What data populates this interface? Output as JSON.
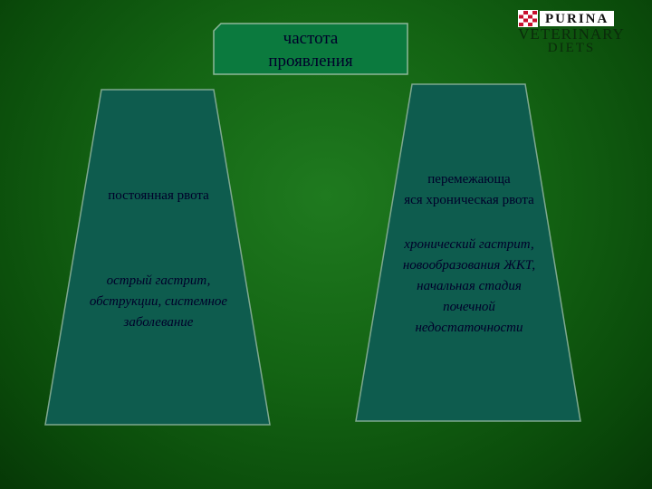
{
  "header": {
    "line1": "частота",
    "line2": "проявления"
  },
  "logo": {
    "brand": "PURINA",
    "line1": "VETERINARY",
    "line2": "DIETS"
  },
  "left_column": {
    "title": "постоянная рвота",
    "causes": [
      "острый гастрит,",
      "обструкции, системное",
      "заболевание"
    ]
  },
  "right_column": {
    "title": [
      "перемежающа",
      "яся хроническая рвота"
    ],
    "causes": [
      "хронический гастрит,",
      "новообразования ЖКТ,",
      "начальная стадия",
      "почечной",
      "недостаточности"
    ]
  },
  "colors": {
    "background": "#136313",
    "trapezoid_fill": "#0e5c4e",
    "trapezoid_stroke": "#7fa88f",
    "header_fill": "#0b7a3e",
    "text": "#00002a"
  }
}
